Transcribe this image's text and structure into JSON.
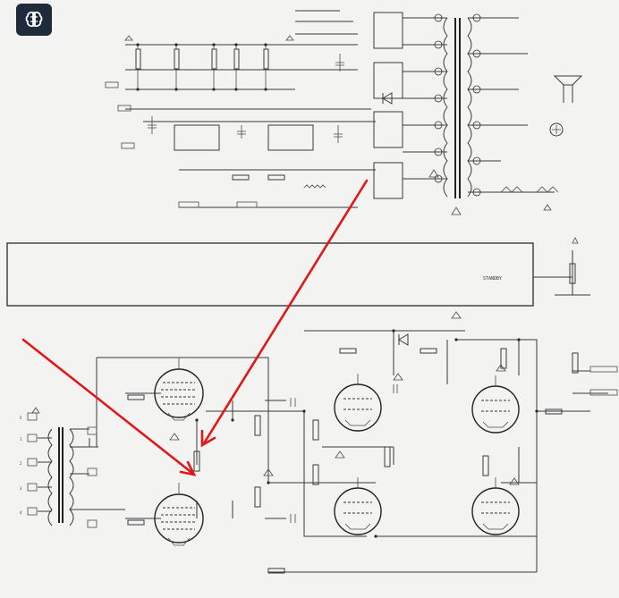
{
  "app_button": {
    "icon": "brain-icon"
  },
  "block_label": "STANDBY",
  "colors": {
    "annotation": "#e01818",
    "ink": "#3a3a3a",
    "paper": "#f3f3f1",
    "app_button": "#1f2a3a"
  },
  "terminals": [
    "1",
    "2",
    "3",
    "4",
    "5"
  ]
}
